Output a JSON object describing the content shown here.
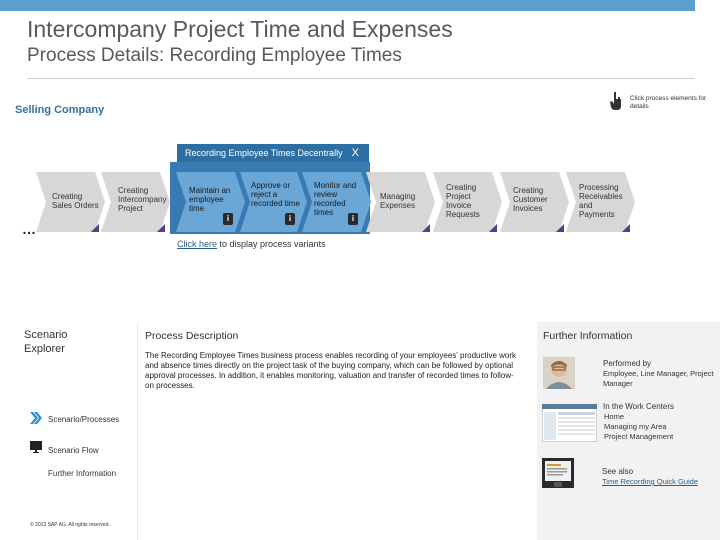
{
  "header": {
    "title": "Intercompany Project Time and Expenses",
    "subtitle": "Process Details: Recording Employee Times"
  },
  "hint": {
    "text": "Click process elements for details"
  },
  "company_label": "Selling Company",
  "flow": {
    "decentral_tab": "Recording Employee Times Decentrally",
    "decentral_close": "X",
    "ellipsis": "…",
    "steps": [
      {
        "label": "Creating Sales Orders"
      },
      {
        "label": "Creating Intercompany Project"
      },
      {
        "label": "Maintain an employee time"
      },
      {
        "label": "Approve or reject a recorded time"
      },
      {
        "label": "Monitor and review recorded times"
      },
      {
        "label": "Managing Expenses"
      },
      {
        "label": "Creating Project Invoice Requests"
      },
      {
        "label": "Creating Customer Invoices"
      },
      {
        "label": "Processing Receivables and Payments"
      }
    ],
    "info_glyph": "i",
    "variants_link": "Click here",
    "variants_text": " to display process variants"
  },
  "explorer": {
    "title_line1": "Scenario",
    "title_line2": "Explorer",
    "items": [
      {
        "label": "Scenario/Processes"
      },
      {
        "label": "Scenario Flow"
      },
      {
        "label": "Further Information"
      }
    ],
    "copyright": "© 2013 SAP AG. All rights reserved."
  },
  "description": {
    "heading": "Process Description",
    "body": "The Recording Employee Times business process enables recording of your employees' productive work and absence times directly on the project task of the buying company, which can be followed by optional approval processes. In addition, it enables monitoring, valuation and transfer of recorded times to follow-on processes."
  },
  "further": {
    "heading": "Further Information",
    "performed_by_label": "Performed by",
    "performed_by_value": "Employee, Line Manager, Project Manager",
    "work_centers_label": "In the Work Centers",
    "work_centers": [
      "Home",
      "Managing my Area",
      "Project Management"
    ],
    "see_also_label": "See also",
    "see_also_link": "Time Recording Quick Guide"
  },
  "colors": {
    "accent_blue": "#2e6fa3",
    "bar_blue": "#5a9fd0",
    "step_grey": "#d7d7d7"
  }
}
